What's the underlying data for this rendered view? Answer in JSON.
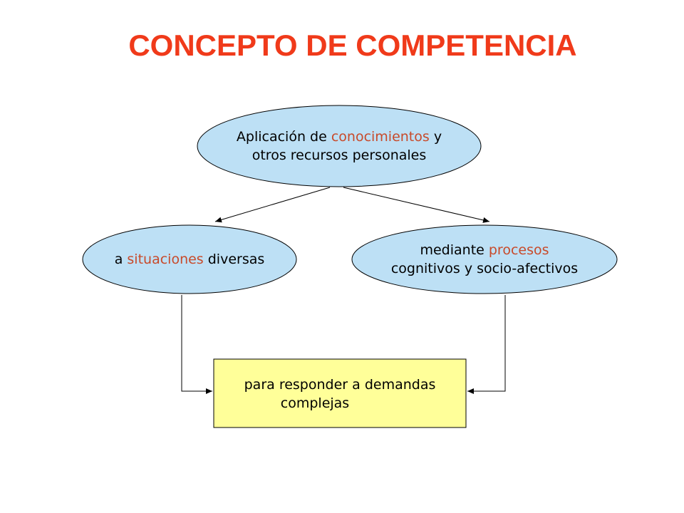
{
  "title": "CONCEPTO DE COMPETENCIA",
  "colors": {
    "title": "#f03a1a",
    "highlight": "#c84a2a",
    "ellipse_fill": "#bde0f5",
    "box_fill": "#ffff99",
    "stroke": "#000000"
  },
  "nodes": {
    "top": {
      "line1_a": "Aplicación de ",
      "line1_hl": "conocimientos",
      "line1_b": " y",
      "line2": "otros recursos personales"
    },
    "left": {
      "a": "a ",
      "hl": "situaciones",
      "b": " diversas"
    },
    "right": {
      "line1_a": "mediante ",
      "line1_hl": "procesos",
      "line2": "cognitivos y socio-afectivos"
    },
    "bottom": {
      "line1": "para responder a demandas",
      "line2": "complejas"
    }
  }
}
